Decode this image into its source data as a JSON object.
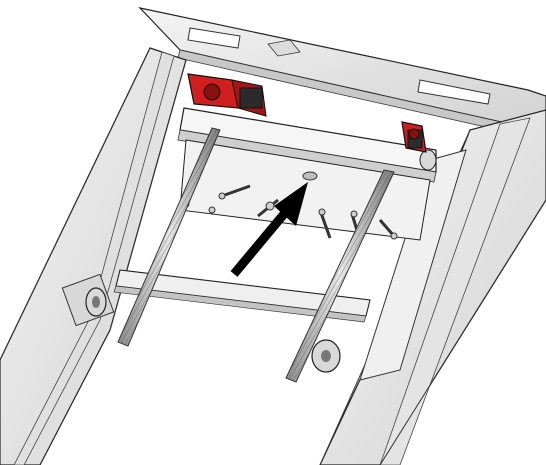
{
  "figure": {
    "subject": "rail-frame-assembly",
    "components": [
      "top-plate",
      "left-rail",
      "right-rail",
      "upper-crossbar",
      "lower-crossbar",
      "bracket-plate",
      "threaded-rod-left",
      "threaded-rod-right",
      "motor-left",
      "motor-right",
      "mounting-screws",
      "pulleys",
      "indicator-arrow"
    ]
  },
  "colors": {
    "background": "#ffffff",
    "metal_light": "#ededed",
    "metal_mid": "#d6d6d6",
    "metal_dark": "#9a9a9a",
    "outline": "#222222",
    "motor_red": "#d11f1f",
    "motor_dark": "#2b2b2b",
    "arrow": "#000000"
  },
  "icons": {
    "arrow": "arrow-pointing-up-right"
  }
}
